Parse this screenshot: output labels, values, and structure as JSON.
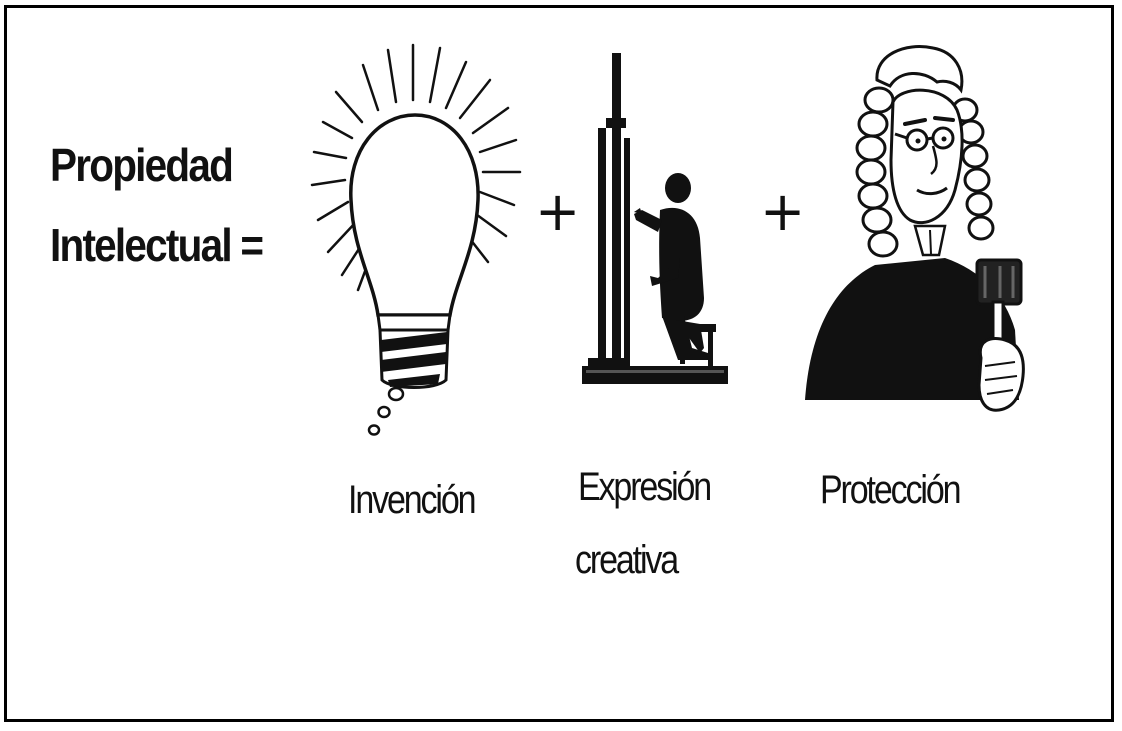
{
  "equation": {
    "title_line1": "Propiedad",
    "title_line2": "Intelectual =",
    "plus_1": "+",
    "plus_2": "+"
  },
  "items": [
    {
      "caption_line1": "Invención",
      "caption_line2": "",
      "icon": "lightbulb-icon"
    },
    {
      "caption_line1": "Expresión",
      "caption_line2": "creativa",
      "icon": "painter-icon"
    },
    {
      "caption_line1": "Protección",
      "caption_line2": "",
      "icon": "judge-icon"
    }
  ]
}
